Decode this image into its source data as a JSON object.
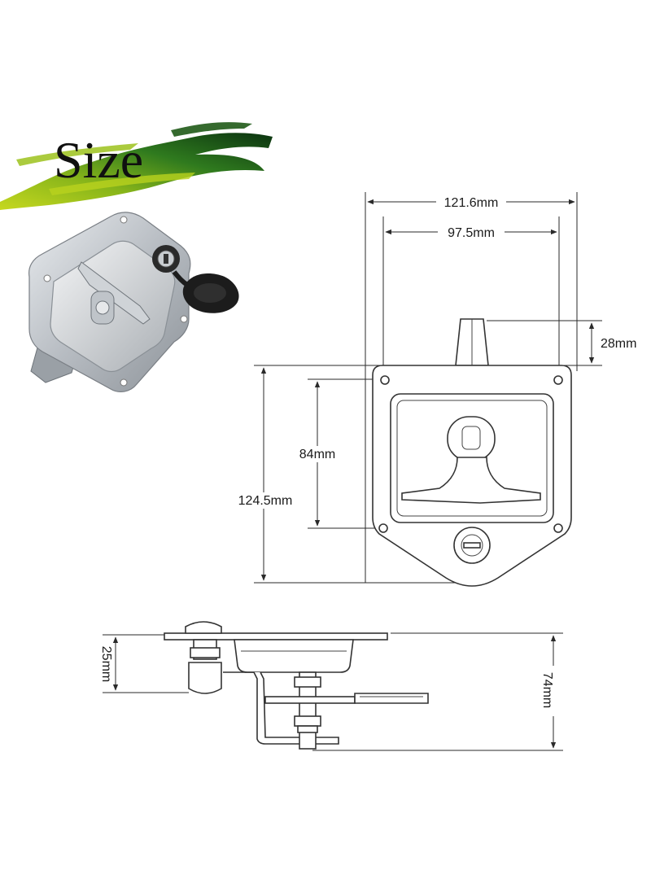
{
  "banner": {
    "title": "Size",
    "colors": {
      "brush_dark": "#0d3b12",
      "brush_mid": "#2f7a1e",
      "brush_light": "#a8c81c"
    }
  },
  "photo": {
    "subject": "stainless steel paddle latch with lock cap"
  },
  "front_view": {
    "dim_overall_width": "121.6mm",
    "dim_hole_spacing": "97.5mm",
    "dim_handle_height": "28mm",
    "dim_hole_vertical": "84mm",
    "dim_overall_height": "124.5mm"
  },
  "side_view": {
    "dim_flange_depth": "25mm",
    "dim_overall_depth": "74mm"
  }
}
